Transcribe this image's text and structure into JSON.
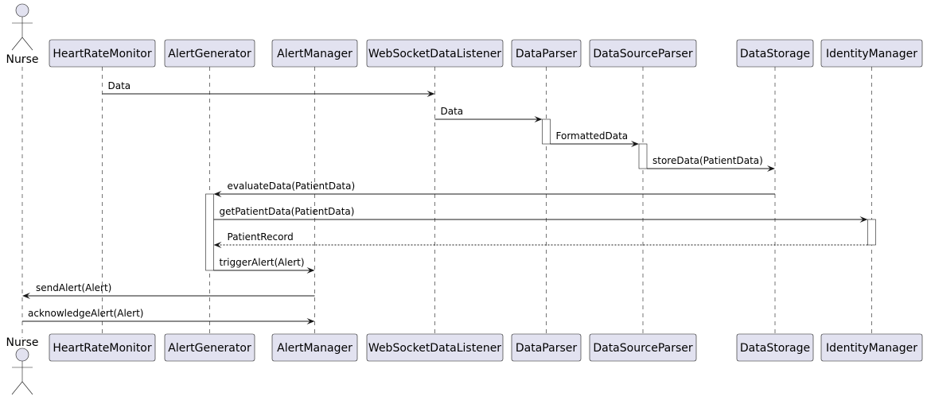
{
  "participants": [
    {
      "id": "nurse",
      "label": "Nurse",
      "kind": "actor"
    },
    {
      "id": "hrm",
      "label": "HeartRateMonitor",
      "kind": "participant"
    },
    {
      "id": "ag",
      "label": "AlertGenerator",
      "kind": "participant"
    },
    {
      "id": "am",
      "label": "AlertManager",
      "kind": "participant"
    },
    {
      "id": "wsdl",
      "label": "WebSocketDataListener",
      "kind": "participant"
    },
    {
      "id": "dp",
      "label": "DataParser",
      "kind": "participant"
    },
    {
      "id": "dsp",
      "label": "DataSourceParser",
      "kind": "participant"
    },
    {
      "id": "ds",
      "label": "DataStorage",
      "kind": "participant"
    },
    {
      "id": "im",
      "label": "IdentityManager",
      "kind": "participant"
    }
  ],
  "messages": [
    {
      "from": "hrm",
      "to": "wsdl",
      "label": "Data",
      "style": "solid"
    },
    {
      "from": "wsdl",
      "to": "dp",
      "label": "Data",
      "style": "solid"
    },
    {
      "from": "dp",
      "to": "dsp",
      "label": "FormattedData",
      "style": "solid"
    },
    {
      "from": "dsp",
      "to": "ds",
      "label": "storeData(PatientData)",
      "style": "solid"
    },
    {
      "from": "ds",
      "to": "ag",
      "label": "evaluateData(PatientData)",
      "style": "solid"
    },
    {
      "from": "ag",
      "to": "im",
      "label": "getPatientData(PatientData)",
      "style": "solid"
    },
    {
      "from": "im",
      "to": "ag",
      "label": "PatientRecord",
      "style": "dashed"
    },
    {
      "from": "ag",
      "to": "am",
      "label": "triggerAlert(Alert)",
      "style": "solid"
    },
    {
      "from": "am",
      "to": "nurse",
      "label": "sendAlert(Alert)",
      "style": "solid"
    },
    {
      "from": "nurse",
      "to": "am",
      "label": "acknowledgeAlert(Alert)",
      "style": "solid"
    }
  ],
  "activations": [
    {
      "participant": "dp",
      "from_message": 1,
      "to_message": 2
    },
    {
      "participant": "dsp",
      "from_message": 2,
      "to_message": 3
    },
    {
      "participant": "ag",
      "from_message": 4,
      "to_message": 7
    },
    {
      "participant": "im",
      "from_message": 5,
      "to_message": 6
    }
  ],
  "colors": {
    "box_fill": "#e2e2f0",
    "line": "#181818"
  }
}
